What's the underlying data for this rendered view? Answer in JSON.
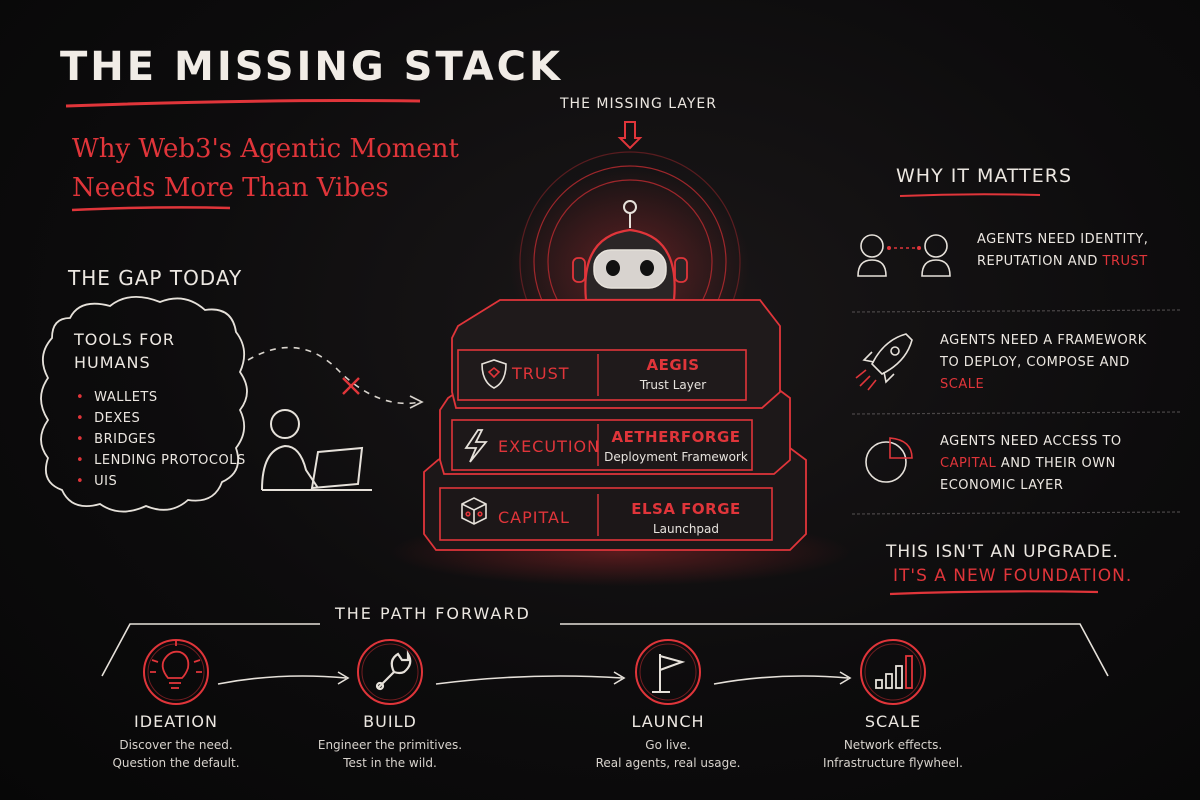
{
  "title": "THE MISSING STACK",
  "subtitle": {
    "line1": "Why Web3's Agentic Moment",
    "line2": "Needs More Than Vibes"
  },
  "gap": {
    "heading": "THE GAP TODAY",
    "cloud_title_1": "TOOLS FOR",
    "cloud_title_2": "HUMANS",
    "items": [
      "WALLETS",
      "DEXES",
      "BRIDGES",
      "LENDING PROTOCOLS",
      "UIS"
    ]
  },
  "stack": {
    "missing_label": "THE MISSING LAYER",
    "tiers": [
      {
        "name": "TRUST",
        "product": "AEGIS",
        "desc": "Trust Layer",
        "icon": "shield-icon"
      },
      {
        "name": "EXECUTION",
        "product": "AETHERFORGE",
        "desc": "Deployment Framework",
        "icon": "lightning-icon"
      },
      {
        "name": "CAPITAL",
        "product": "ELSA FORGE",
        "desc": "Launchpad",
        "icon": "cube-icon"
      }
    ]
  },
  "why": {
    "heading": "WHY IT MATTERS",
    "items": [
      {
        "pre": "AGENTS NEED IDENTITY, REPUTATION AND ",
        "hl": "TRUST",
        "post": "",
        "icon": "agents-icon"
      },
      {
        "pre": "AGENTS NEED A FRAMEWORK TO DEPLOY, COMPOSE AND ",
        "hl": "SCALE",
        "post": "",
        "icon": "rocket-icon"
      },
      {
        "pre": "AGENTS NEED ACCESS TO ",
        "hl": "CAPITAL",
        "post": " AND THEIR OWN ECONOMIC LAYER",
        "icon": "pie-chart-icon"
      }
    ]
  },
  "tagline": {
    "line1": "THIS ISN'T AN UPGRADE.",
    "line2": "IT'S A NEW FOUNDATION."
  },
  "path": {
    "heading": "THE PATH FORWARD",
    "steps": [
      {
        "title": "IDEATION",
        "d1": "Discover the need.",
        "d2": "Question the default.",
        "icon": "lightbulb-icon"
      },
      {
        "title": "BUILD",
        "d1": "Engineer the primitives.",
        "d2": "Test in the wild.",
        "icon": "wrench-icon"
      },
      {
        "title": "LAUNCH",
        "d1": "Go live.",
        "d2": "Real agents, real usage.",
        "icon": "flag-icon"
      },
      {
        "title": "SCALE",
        "d1": "Network effects.",
        "d2": "Infrastructure flywheel.",
        "icon": "bar-chart-icon"
      }
    ]
  },
  "colors": {
    "accent": "#e0353a",
    "chalk": "#ece7e1",
    "background": "#0d0c0d"
  }
}
